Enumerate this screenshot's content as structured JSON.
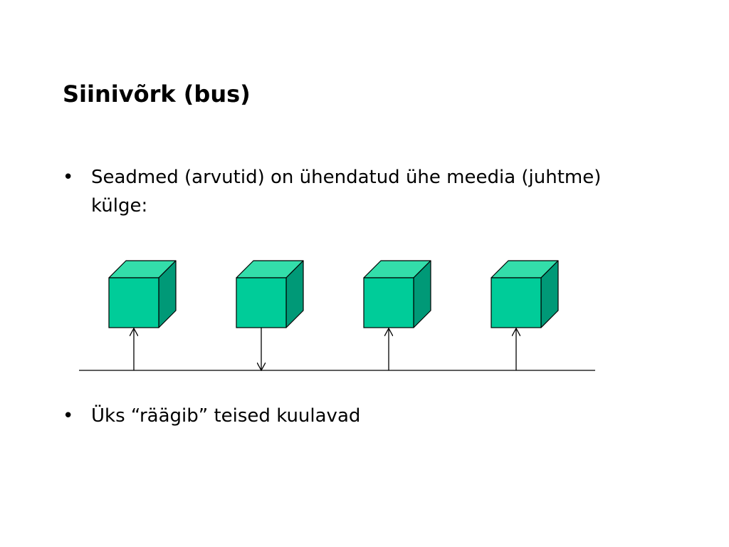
{
  "slide": {
    "title": "Siinivõrk (bus)",
    "bullets": [
      {
        "marker": "•",
        "text": "Seadmed (arvutid) on ühendatud ühe meedia (juhtme) külge:"
      },
      {
        "marker": "•",
        "text": "Üks “räägib” teised kuulavad"
      }
    ]
  },
  "diagram": {
    "type": "bus-topology",
    "devices": [
      {
        "shape": "cube",
        "arrow": "up"
      },
      {
        "shape": "cube",
        "arrow": "down"
      },
      {
        "shape": "cube",
        "arrow": "up"
      },
      {
        "shape": "cube",
        "arrow": "up"
      }
    ],
    "colors": {
      "cube_front": "#00CC99",
      "cube_top": "#33DDAA",
      "cube_side": "#009977",
      "outline": "#000000",
      "line": "#000000"
    }
  }
}
